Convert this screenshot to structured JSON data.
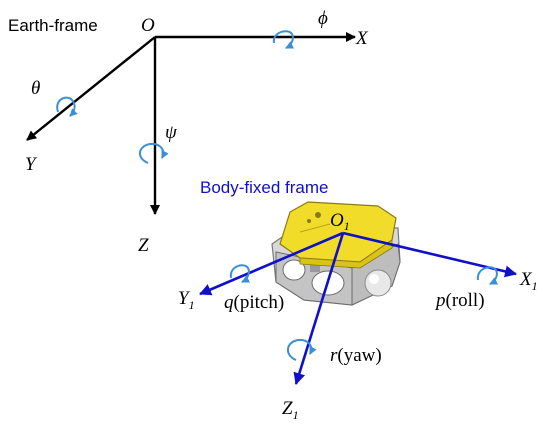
{
  "earth_frame": {
    "title": "Earth-frame",
    "origin": "O",
    "x_axis": "X",
    "y_axis": "Y",
    "z_axis": "Z",
    "roll_angle": "ϕ",
    "pitch_angle": "θ",
    "yaw_angle": "ψ"
  },
  "body_frame": {
    "title": "Body-fixed frame",
    "origin": "O",
    "origin_sub": "1",
    "x_axis": "X",
    "x_sub": "1",
    "y_axis": "Y",
    "y_sub": "1",
    "z_axis": "Z",
    "z_sub": "1",
    "roll_sym": "p",
    "roll_word": "(roll)",
    "pitch_sym": "q",
    "pitch_word": "(pitch)",
    "yaw_sym": "r",
    "yaw_word": "(yaw)"
  },
  "colors": {
    "earth_axes": "#000000",
    "body_axes": "#1010c8",
    "rotation_arrows": "#3a8fd6",
    "robot_top": "#f2dc2a",
    "robot_frame": "#b8b8b8"
  }
}
